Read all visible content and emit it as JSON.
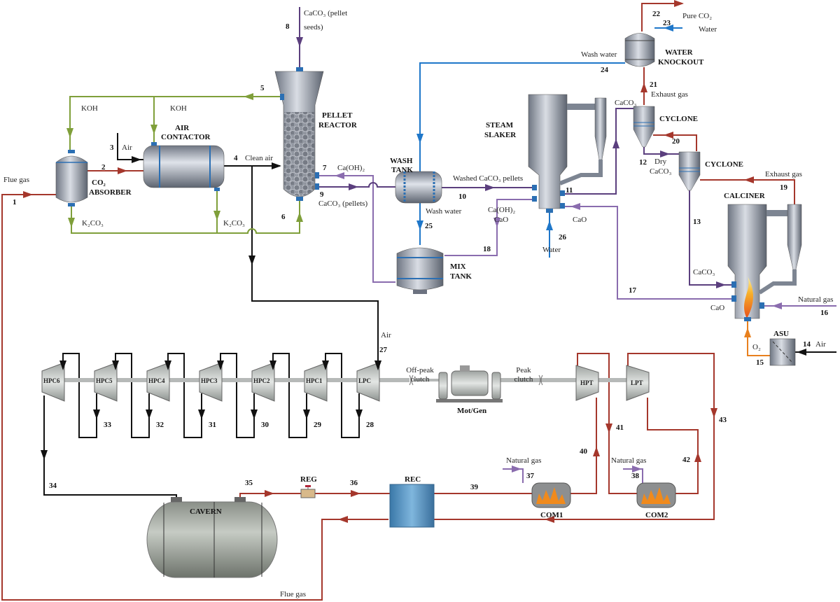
{
  "colors": {
    "flue_gas_red": "#a5372c",
    "koh_green": "#7f9f3a",
    "calcium_purple": "#8a6cae",
    "pellets_dark_purple": "#5b3f7e",
    "water_blue": "#1f77c9",
    "oxygen_orange": "#e8801e",
    "air_black": "#111111"
  },
  "equipment": {
    "absorber": [
      "CO₂",
      "ABSORBER"
    ],
    "air_contactor": [
      "AIR",
      "CONTACTOR"
    ],
    "pellet_reactor": [
      "PELLET",
      "REACTOR"
    ],
    "wash_tank": [
      "WASH",
      "TANK"
    ],
    "mix_tank": [
      "MIX",
      "TANK"
    ],
    "steam_slaker": [
      "STEAM",
      "SLAKER"
    ],
    "water_knockout": [
      "WATER",
      "KNOCKOUT"
    ],
    "cyclone1": "CYCLONE",
    "cyclone2": "CYCLONE",
    "calciner": "CALCINER",
    "asu": "ASU",
    "compressors": [
      "HPC6",
      "HPC5",
      "HPC4",
      "HPC3",
      "HPC2",
      "HPC1",
      "LPC"
    ],
    "hpt": "HPT",
    "lpt": "LPT",
    "mot_gen": "Mot/Gen",
    "off_peak_clutch": [
      "Off-peak",
      "clutch"
    ],
    "peak_clutch": [
      "Peak",
      "clutch"
    ],
    "cavern": "CAVERN",
    "reg": "REG",
    "rec": "REC",
    "com1": "COM1",
    "com2": "COM2"
  },
  "streams": {
    "s1": "1",
    "s2": "2",
    "s3": "3",
    "s4": "4",
    "s5": "5",
    "s6": "6",
    "s7": "7",
    "s8": "8",
    "s9": "9",
    "s10": "10",
    "s11": "11",
    "s12": "12",
    "s13": "13",
    "s14": "14",
    "s15": "15",
    "s16": "16",
    "s17": "17",
    "s18": "18",
    "s19": "19",
    "s20": "20",
    "s21": "21",
    "s22": "22",
    "s23": "23",
    "s24": "24",
    "s25": "25",
    "s26": "26",
    "s27": "27",
    "intercooler": [
      "33",
      "32",
      "31",
      "30",
      "29",
      "28"
    ],
    "s34": "34",
    "s35": "35",
    "s36": "36",
    "s37": "37",
    "s38": "38",
    "s39": "39",
    "s40": "40",
    "s41": "41",
    "s42": "42",
    "s43": "43"
  },
  "labels": {
    "flue_gas_in": "Flue gas",
    "air_3": "Air",
    "clean_air": "Clean air",
    "koh_left": "KOH",
    "koh_right": "KOH",
    "k2co3_left": "K₂CO₃",
    "k2co3_right": "K₂CO₃",
    "caco3_seeds": [
      "CaCO₃ (pellet",
      "seeds)"
    ],
    "caoh2_7": "Ca(OH)₂",
    "caco3_pellets": "CaCO₃ (pellets)",
    "washed_pellets": "Washed CaCO₃ pellets",
    "wash_water_25": "Wash water",
    "wash_water_24": "Wash water",
    "caoh2_cao": [
      "Ca(OH)₂",
      "CaO"
    ],
    "water_26": "Water",
    "cao_slaker": "CaO",
    "caco3_11": "CaCO₃",
    "exhaust_21": "Exhaust gas",
    "pure_co2": "Pure CO₂",
    "water_23": "Water",
    "dry_caco3": [
      "Dry",
      "CaCO₃"
    ],
    "exhaust_19": "Exhaust gas",
    "caco3_13": "CaCO₃",
    "cao_17": "CaO",
    "natural_gas_16": "Natural gas",
    "o2": "O₂",
    "air_14": "Air",
    "air_27": "Air",
    "natural_gas_37": "Natural gas",
    "natural_gas_38": "Natural gas",
    "flue_gas_out": "Flue gas"
  }
}
